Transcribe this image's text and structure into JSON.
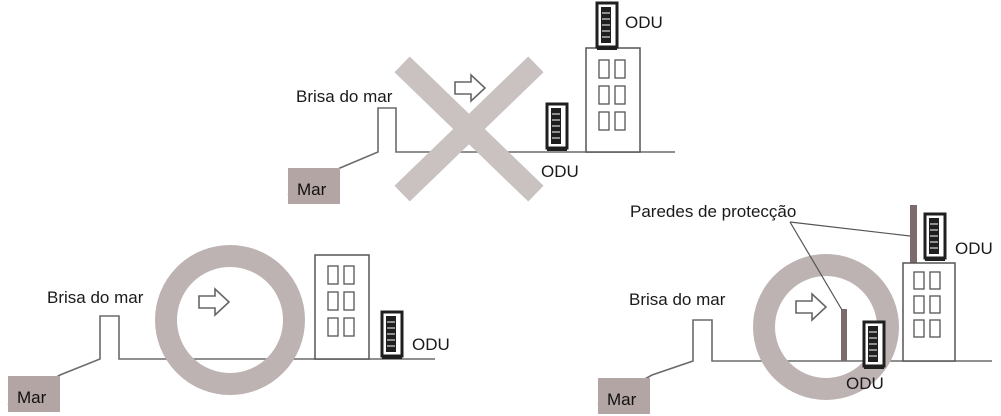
{
  "labels": {
    "sea_breeze": "Brisa do mar",
    "sea": "Mar",
    "odu": "ODU",
    "protection_walls": "Paredes de protecção"
  },
  "colors": {
    "sea_fill": "#b3a5a3",
    "cross": "#c9c2c1",
    "circle": "#bcb3b2",
    "wall": "#7d6b6b",
    "odu": "#1f1f1f"
  },
  "panels": [
    {
      "id": "wrong",
      "verdict": "cross-mark"
    },
    {
      "id": "correct-building",
      "verdict": "circle-mark"
    },
    {
      "id": "correct-walls",
      "verdict": "circle-mark"
    }
  ]
}
